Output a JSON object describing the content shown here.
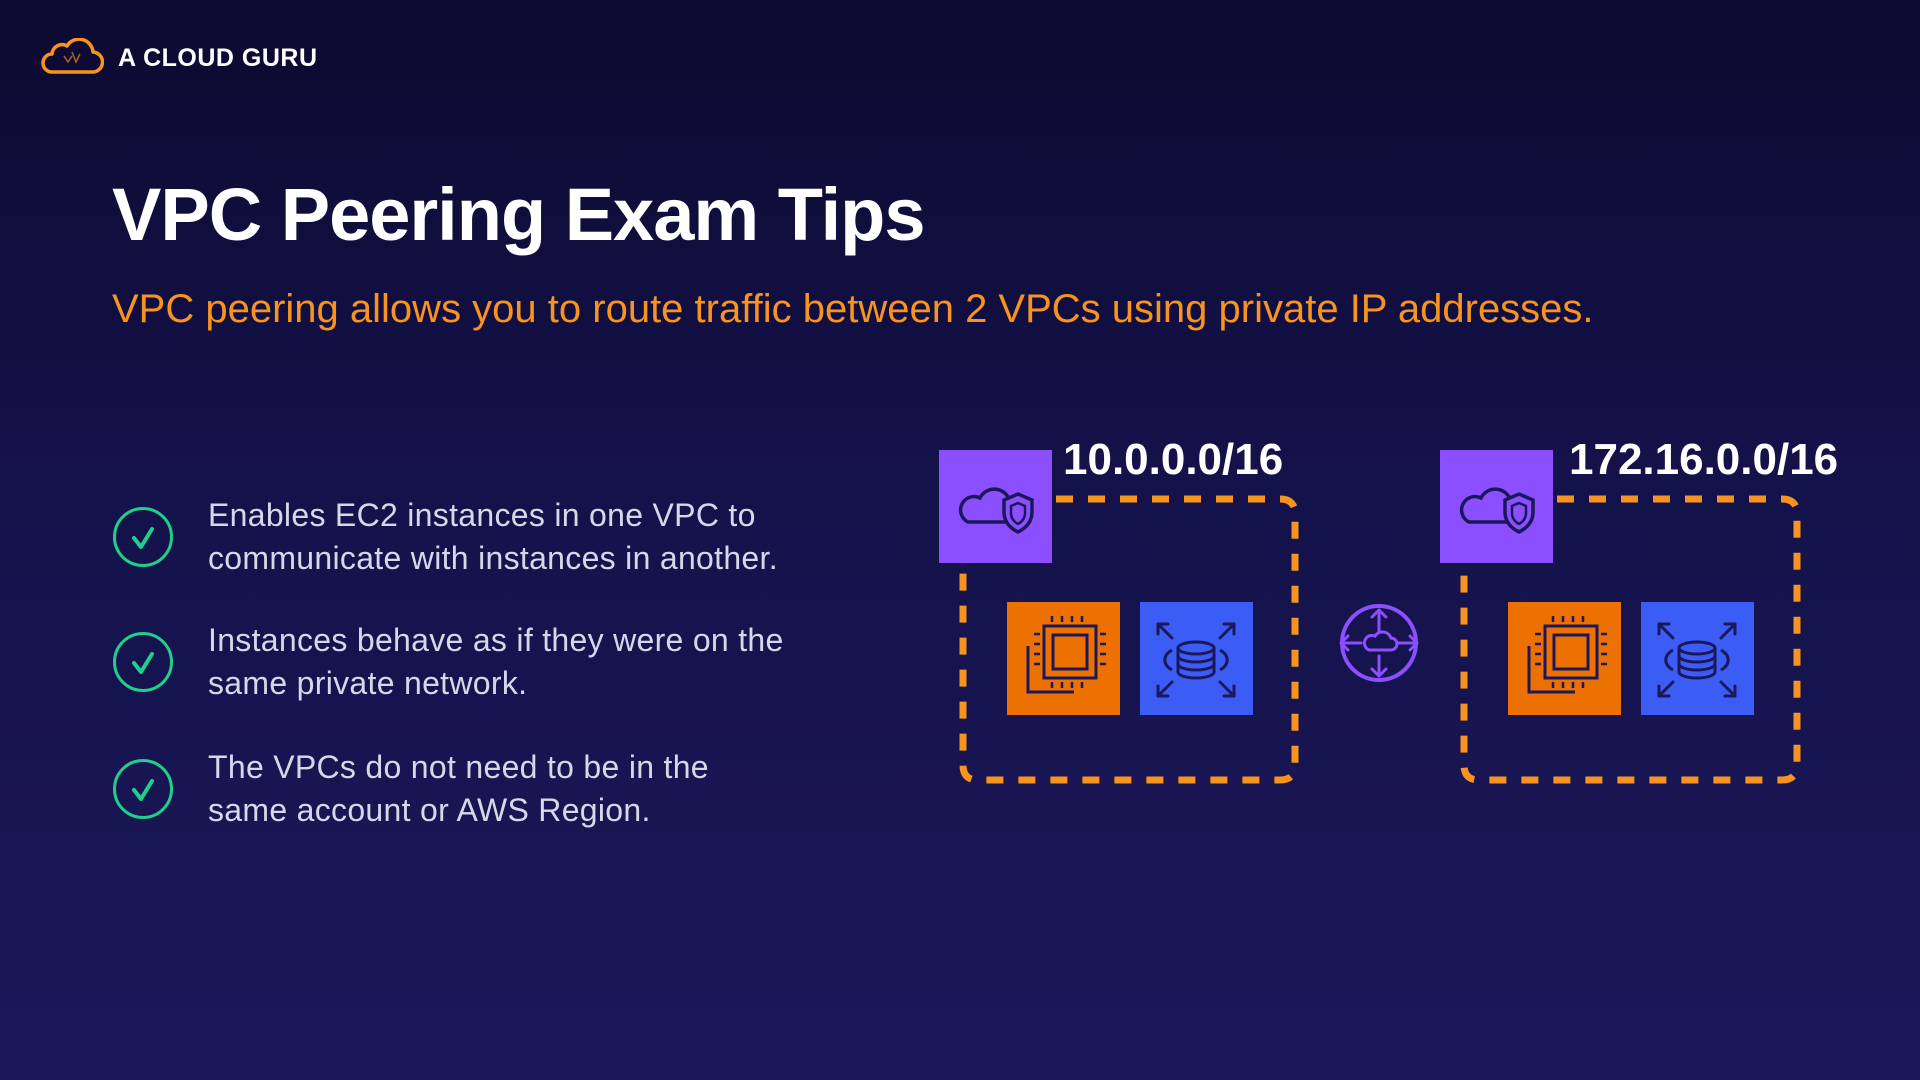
{
  "brand": {
    "name": "A CLOUD GURU",
    "logo_icon": "cloud-logo-icon",
    "logo_color": "#f7931e"
  },
  "slide": {
    "title": "VPC Peering Exam Tips",
    "subtitle": "VPC peering allows you to route traffic between 2 VPCs using private IP addresses."
  },
  "tips": [
    {
      "icon": "check-circle-icon",
      "text_line1": "Enables EC2 instances in one VPC to",
      "text_line2": "communicate with instances in another."
    },
    {
      "icon": "check-circle-icon",
      "text_line1": "Instances behave as if they were on the",
      "text_line2": "same private network."
    },
    {
      "icon": "check-circle-icon",
      "text_line1": "The VPCs do not need to be in the",
      "text_line2": "same account or AWS Region."
    }
  ],
  "diagram": {
    "vpcs": [
      {
        "cidr": "10.0.0.0/16",
        "vpc_icon": "vpc-cloud-shield-icon",
        "services": [
          "ec2-chip-icon",
          "database-scaling-icon"
        ]
      },
      {
        "cidr": "172.16.0.0/16",
        "vpc_icon": "vpc-cloud-shield-icon",
        "services": [
          "ec2-chip-icon",
          "database-scaling-icon"
        ]
      }
    ],
    "peering_icon": "peering-connection-icon"
  },
  "colors": {
    "accent_orange": "#f7931e",
    "vpc_purple": "#8c4fff",
    "ec2_orange": "#ed7100",
    "db_blue": "#3b5cf5",
    "check_green": "#1fd08a",
    "background": "#14124a"
  }
}
